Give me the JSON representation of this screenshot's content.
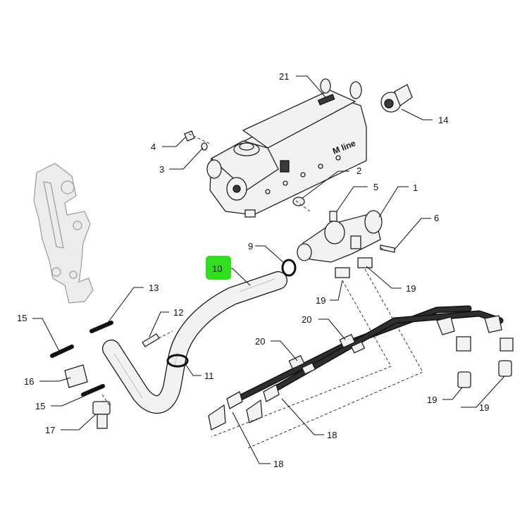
{
  "callouts": {
    "c21": "21",
    "c14": "14",
    "c4": "4",
    "c3": "3",
    "c2": "2",
    "c5": "5",
    "c1": "1",
    "c6": "6",
    "c9": "9",
    "c10": "10",
    "c13": "13",
    "c19a": "19",
    "c19b": "19",
    "c15a": "15",
    "c12": "12",
    "c20a": "20",
    "c20b": "20",
    "c11": "11",
    "c16": "16",
    "c15b": "15",
    "c17": "17",
    "c19c": "19",
    "c19d": "19",
    "c18a": "18",
    "c18b": "18"
  },
  "brand_text": "M line",
  "colors": {
    "highlight": "#33dd22",
    "line": "#111111",
    "part_fill": "#f2f2f2",
    "hose": "#2e2e2e",
    "ghost": "#9a9a9a"
  }
}
